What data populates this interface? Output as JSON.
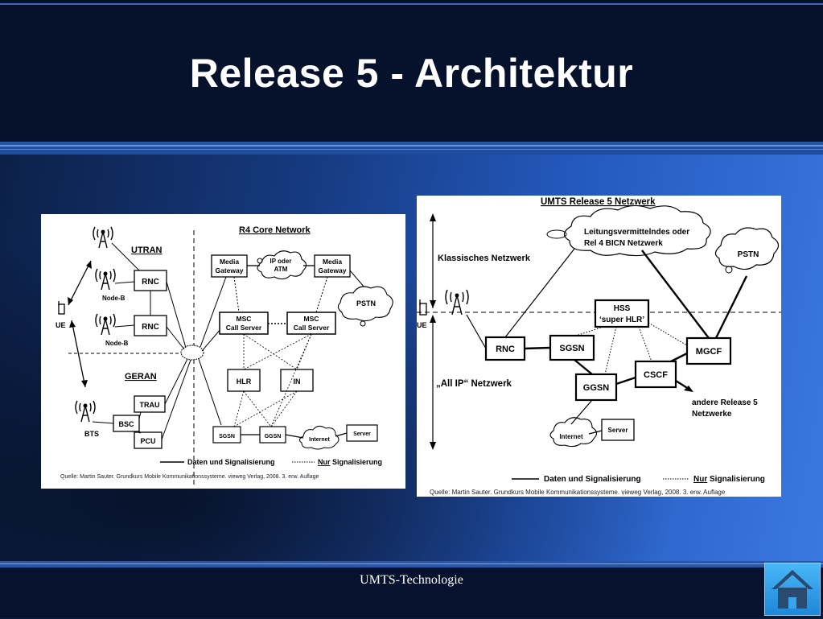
{
  "slide": {
    "title": "Release 5 - Architektur",
    "footer": "UMTS-Technologie",
    "home_button_icon": "home-icon"
  },
  "left_diagram": {
    "core_title": "R4 Core Network",
    "utran_label": "UTRAN",
    "geran_label": "GERAN",
    "ue_label": "UE",
    "node_b_label_1": "Node-B",
    "node_b_label_2": "Node-B",
    "bts_label": "BTS",
    "rnc_1": "RNC",
    "rnc_2": "RNC",
    "trau": "TRAU",
    "bsc": "BSC",
    "pcu": "PCU",
    "media_gw_1_line1": "Media",
    "media_gw_1_line2": "Gateway",
    "media_gw_2_line1": "Media",
    "media_gw_2_line2": "Gateway",
    "ip_atm_line1": "IP oder",
    "ip_atm_line2": "ATM",
    "msc_1_line1": "MSC",
    "msc_1_line2": "Call Server",
    "msc_2_line1": "MSC",
    "msc_2_line2": "Call Server",
    "pstn": "PSTN",
    "hlr": "HLR",
    "in": "IN",
    "sgsn": "SGSN",
    "ggsn": "GGSN",
    "internet": "Internet",
    "server": "Server",
    "legend_solid": "Daten und Signalisierung",
    "legend_dotted_nur": "Nur",
    "legend_dotted_rest": " Signalisierung",
    "source": "Quelle: Martin Sauter. Grundkurs Mobile Kommunikationssysteme. vieweg Verlag, 2008. 3. erw. Auflage"
  },
  "right_diagram": {
    "title": "UMTS Release 5 Netzwerk",
    "cloud_top_line1": "Leitungsvermittelndes oder",
    "cloud_top_line2": "Rel 4 BICN Netzwerk",
    "klassisch_label": "Klassisches Netzwerk",
    "all_ip_label": "„All IP“ Netzwerk",
    "ue_label": "UE",
    "pstn": "PSTN",
    "hss_line1": "HSS",
    "hss_line2": "‘super HLR’",
    "rnc": "RNC",
    "sgsn": "SGSN",
    "mgcf": "MGCF",
    "cscf": "CSCF",
    "ggsn": "GGSN",
    "other_networks_line1": "andere Release 5",
    "other_networks_line2": "Netzwerke",
    "internet": "Internet",
    "server": "Server",
    "legend_solid": "Daten und Signalisierung",
    "legend_dotted_nur": "Nur",
    "legend_dotted_rest": " Signalisierung",
    "source": "Quelle: Martin Sauter. Grundkurs Mobile Kommunikationssysteme. vieweg Verlag, 2008. 3. erw. Auflage"
  }
}
